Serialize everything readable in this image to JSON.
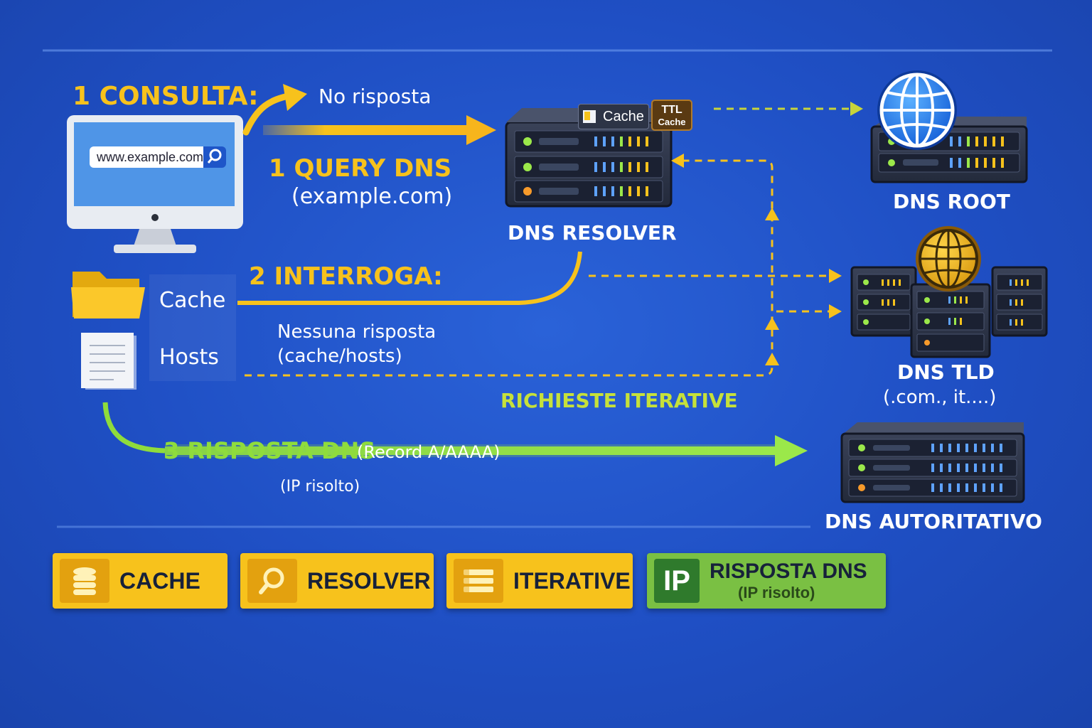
{
  "steps": {
    "consulta": "1 CONSULTA:",
    "no_risposta": "No risposta",
    "query_dns": "1 QUERY DNS",
    "query_domain": "(example.com)",
    "interroga": "2 INTERROGA:",
    "nessuna_risposta": "Nessuna risposta",
    "cache_hosts": "(cache/hosts)",
    "richieste_iterative": "RICHIESTE ITERATIVE",
    "risposta_dns": "3 RISPOSTA DNS",
    "record": "(Record A/AAAA)",
    "ip_risolto": "(IP risolto)"
  },
  "client": {
    "url": "www.example.com",
    "cache_label": "Cache",
    "hosts_label": "Hosts"
  },
  "servers": {
    "resolver": {
      "title": "DNS RESOLVER",
      "cache_tag": "Cache",
      "ttl_tag": "TTL",
      "ttl_sub": "Cache"
    },
    "root": {
      "title": "DNS ROOT"
    },
    "tld": {
      "title": "DNS TLD",
      "subtitle": "(.com., it....)"
    },
    "auth": {
      "title": "DNS AUTORITATIVO"
    }
  },
  "legend": {
    "cache": "CACHE",
    "resolver": "RESOLVER",
    "iterative": "ITERATIVE",
    "ip_icon": "IP",
    "risposta": "RISPOSTA DNS",
    "risposta_sub": "(IP risolto)"
  },
  "colors": {
    "accent_yellow": "#f7c21c",
    "accent_green": "#8fdc3c",
    "background": "#1f4fc4"
  },
  "icons": [
    "monitor-icon",
    "folder-icon",
    "document-icon",
    "globe-icon",
    "server-icon",
    "database-icon",
    "search-icon",
    "list-icon"
  ]
}
